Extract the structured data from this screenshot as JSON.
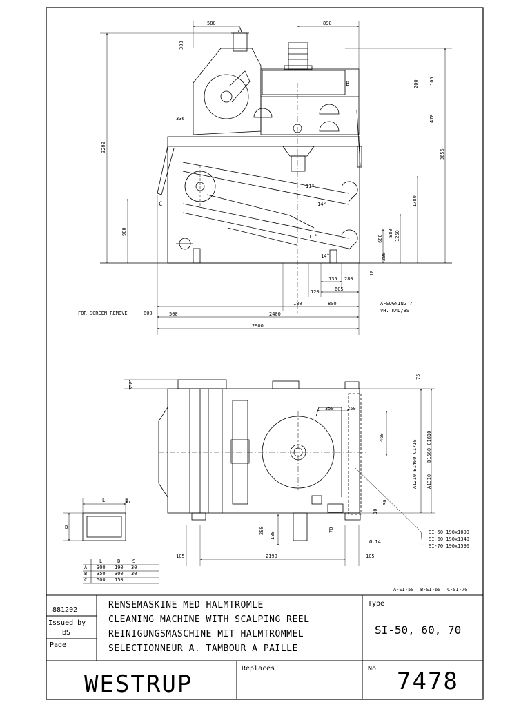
{
  "title_block": {
    "date": "881202",
    "issued_by_label": "Issued by",
    "issued_by": "BS",
    "page_label": "Page",
    "title_lines": [
      "RENSEMASKINE MED HALMTROMLE",
      "CLEANING MACHINE WITH SCALPING REEL",
      "REINIGUNGSMASCHINE MIT HALMTROMMEL",
      "SELECTIONNEUR A. TAMBOUR A PAILLE"
    ],
    "type_label": "Type",
    "type_value": "SI-50, 60, 70",
    "replaces_label": "Replaces",
    "no_label": "No",
    "number": "7478",
    "company": "WESTRUP"
  },
  "side_view": {
    "labels": {
      "a": "A",
      "b": "B",
      "c": "C"
    },
    "dims": {
      "d580": "580",
      "d890": "890",
      "d300": "300",
      "d105": "105",
      "d200a": "200",
      "d470": "470",
      "d3200": "3200",
      "d3655": "3655",
      "d336": "336",
      "d1780": "1780",
      "d1250": "1250",
      "d880": "880",
      "d680": "680",
      "d200b": "200",
      "d10": "10",
      "d900": "900",
      "d135": "135",
      "d280": "280",
      "d605": "605",
      "d120": "120",
      "d180": "180",
      "d800a": "800",
      "d800b": "800",
      "d500": "500",
      "d2400": "2400",
      "d2900": "2900",
      "ang1": "11°",
      "ang2": "14°",
      "ang3": "11°",
      "ang4": "14°"
    },
    "screen_remove": "FOR SCREEN REMOVE",
    "suction_lines": [
      "AFSUGNING ?",
      "VH. KAD/BS"
    ]
  },
  "top_view": {
    "dims": {
      "d350a": "350",
      "d75": "75",
      "d350b": "350",
      "d250": "250",
      "d460": "460",
      "d290": "290",
      "d180": "180",
      "d70": "70",
      "d105a": "105",
      "d2190": "2190",
      "d105b": "105",
      "d10": "10",
      "d30": "30",
      "d14": "Ø 14"
    },
    "vert_dims": [
      "A1210 B1460 C1710",
      "B1560 C1810",
      "A1310"
    ],
    "models": [
      "SI-50   190x1090",
      "SI-60   190x1340",
      "SI-70   190x1590"
    ],
    "legend": [
      "A-SI-50",
      "B-SI-60",
      "C-SI-70"
    ]
  },
  "detail": {
    "l_label": "L",
    "b_label": "B",
    "s_label": "S",
    "table_header": [
      "",
      "L",
      "B",
      "S"
    ],
    "table_rows": [
      [
        "A",
        "300",
        "190",
        "30"
      ],
      [
        "B",
        "350",
        "300",
        "30"
      ],
      [
        "C",
        "500",
        "150",
        ""
      ]
    ]
  }
}
